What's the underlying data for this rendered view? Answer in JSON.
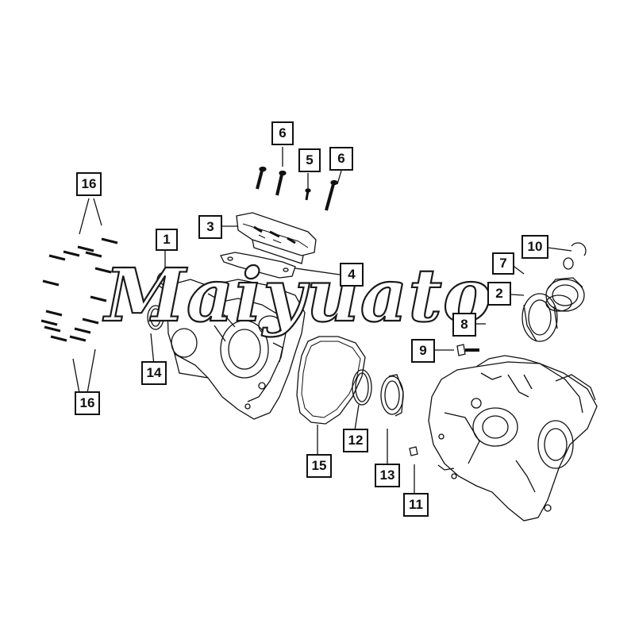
{
  "diagram": {
    "watermark": "Maiyuato",
    "callouts": [
      {
        "id": "c1",
        "label": "1"
      },
      {
        "id": "c2",
        "label": "2"
      },
      {
        "id": "c3",
        "label": "3"
      },
      {
        "id": "c4",
        "label": "4"
      },
      {
        "id": "c5",
        "label": "5"
      },
      {
        "id": "c6a",
        "label": "6"
      },
      {
        "id": "c6b",
        "label": "6"
      },
      {
        "id": "c7",
        "label": "7"
      },
      {
        "id": "c8",
        "label": "8"
      },
      {
        "id": "c9",
        "label": "9"
      },
      {
        "id": "c10",
        "label": "10"
      },
      {
        "id": "c11",
        "label": "11"
      },
      {
        "id": "c12",
        "label": "12"
      },
      {
        "id": "c13",
        "label": "13"
      },
      {
        "id": "c14",
        "label": "14"
      },
      {
        "id": "c15",
        "label": "15"
      },
      {
        "id": "c16a",
        "label": "16"
      },
      {
        "id": "c16b",
        "label": "16"
      }
    ]
  }
}
